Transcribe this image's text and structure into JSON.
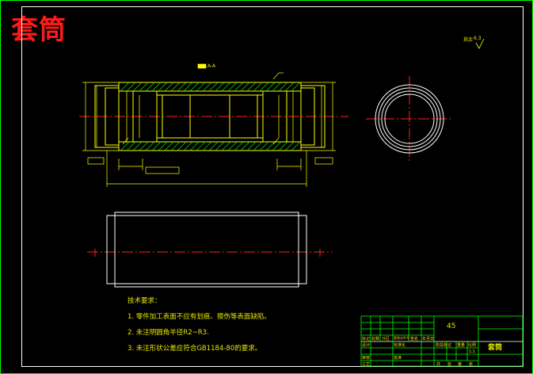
{
  "title_overlay": "套筒",
  "roughness_other": "其余",
  "roughness_value": "6.3",
  "section_label": "A-A",
  "tech_requirements": {
    "title": "技术要求：",
    "items": [
      "1. 零件加工表面不应有划痕、擦伤等表面缺陷。",
      "2. 未注明圆角半径R2~R3.",
      "3. 未注形状公差应符合GB1184-80的要求。"
    ]
  },
  "title_block": {
    "material": "45",
    "part_name": "套筒",
    "scale": "1:1",
    "row_labels": [
      "标记",
      "处数",
      "分区",
      "更改文件号",
      "签名",
      "年月日"
    ],
    "row_labels2": [
      "设计",
      "标准化",
      "审核",
      "工艺",
      "批准"
    ],
    "stage_labels": [
      "阶段标记",
      "重量",
      "比例"
    ],
    "sheet_labels": [
      "共",
      "张",
      "第",
      "张"
    ]
  },
  "colors": {
    "background": "#000000",
    "frame": "#ffffff",
    "outline": "#ffff00",
    "centerline": "#ff2020",
    "hatch": "#00ff00",
    "dimension": "#ffff00",
    "border_green": "#00ff00"
  }
}
